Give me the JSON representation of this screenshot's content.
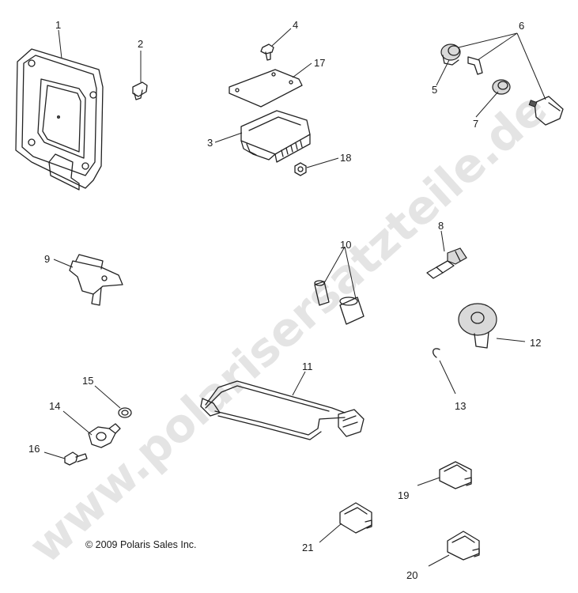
{
  "watermark": "www.polarisersatzteile.de",
  "copyright": "© 2009 Polaris Sales Inc.",
  "callouts": {
    "c1": "1",
    "c2": "2",
    "c3": "3",
    "c4": "4",
    "c5": "5",
    "c6": "6",
    "c7": "7",
    "c8": "8",
    "c9": "9",
    "c10": "10",
    "c11": "11",
    "c12": "12",
    "c13": "13",
    "c14": "14",
    "c15": "15",
    "c16": "16",
    "c17": "17",
    "c18": "18",
    "c19": "19",
    "c20": "20",
    "c21": "21"
  }
}
